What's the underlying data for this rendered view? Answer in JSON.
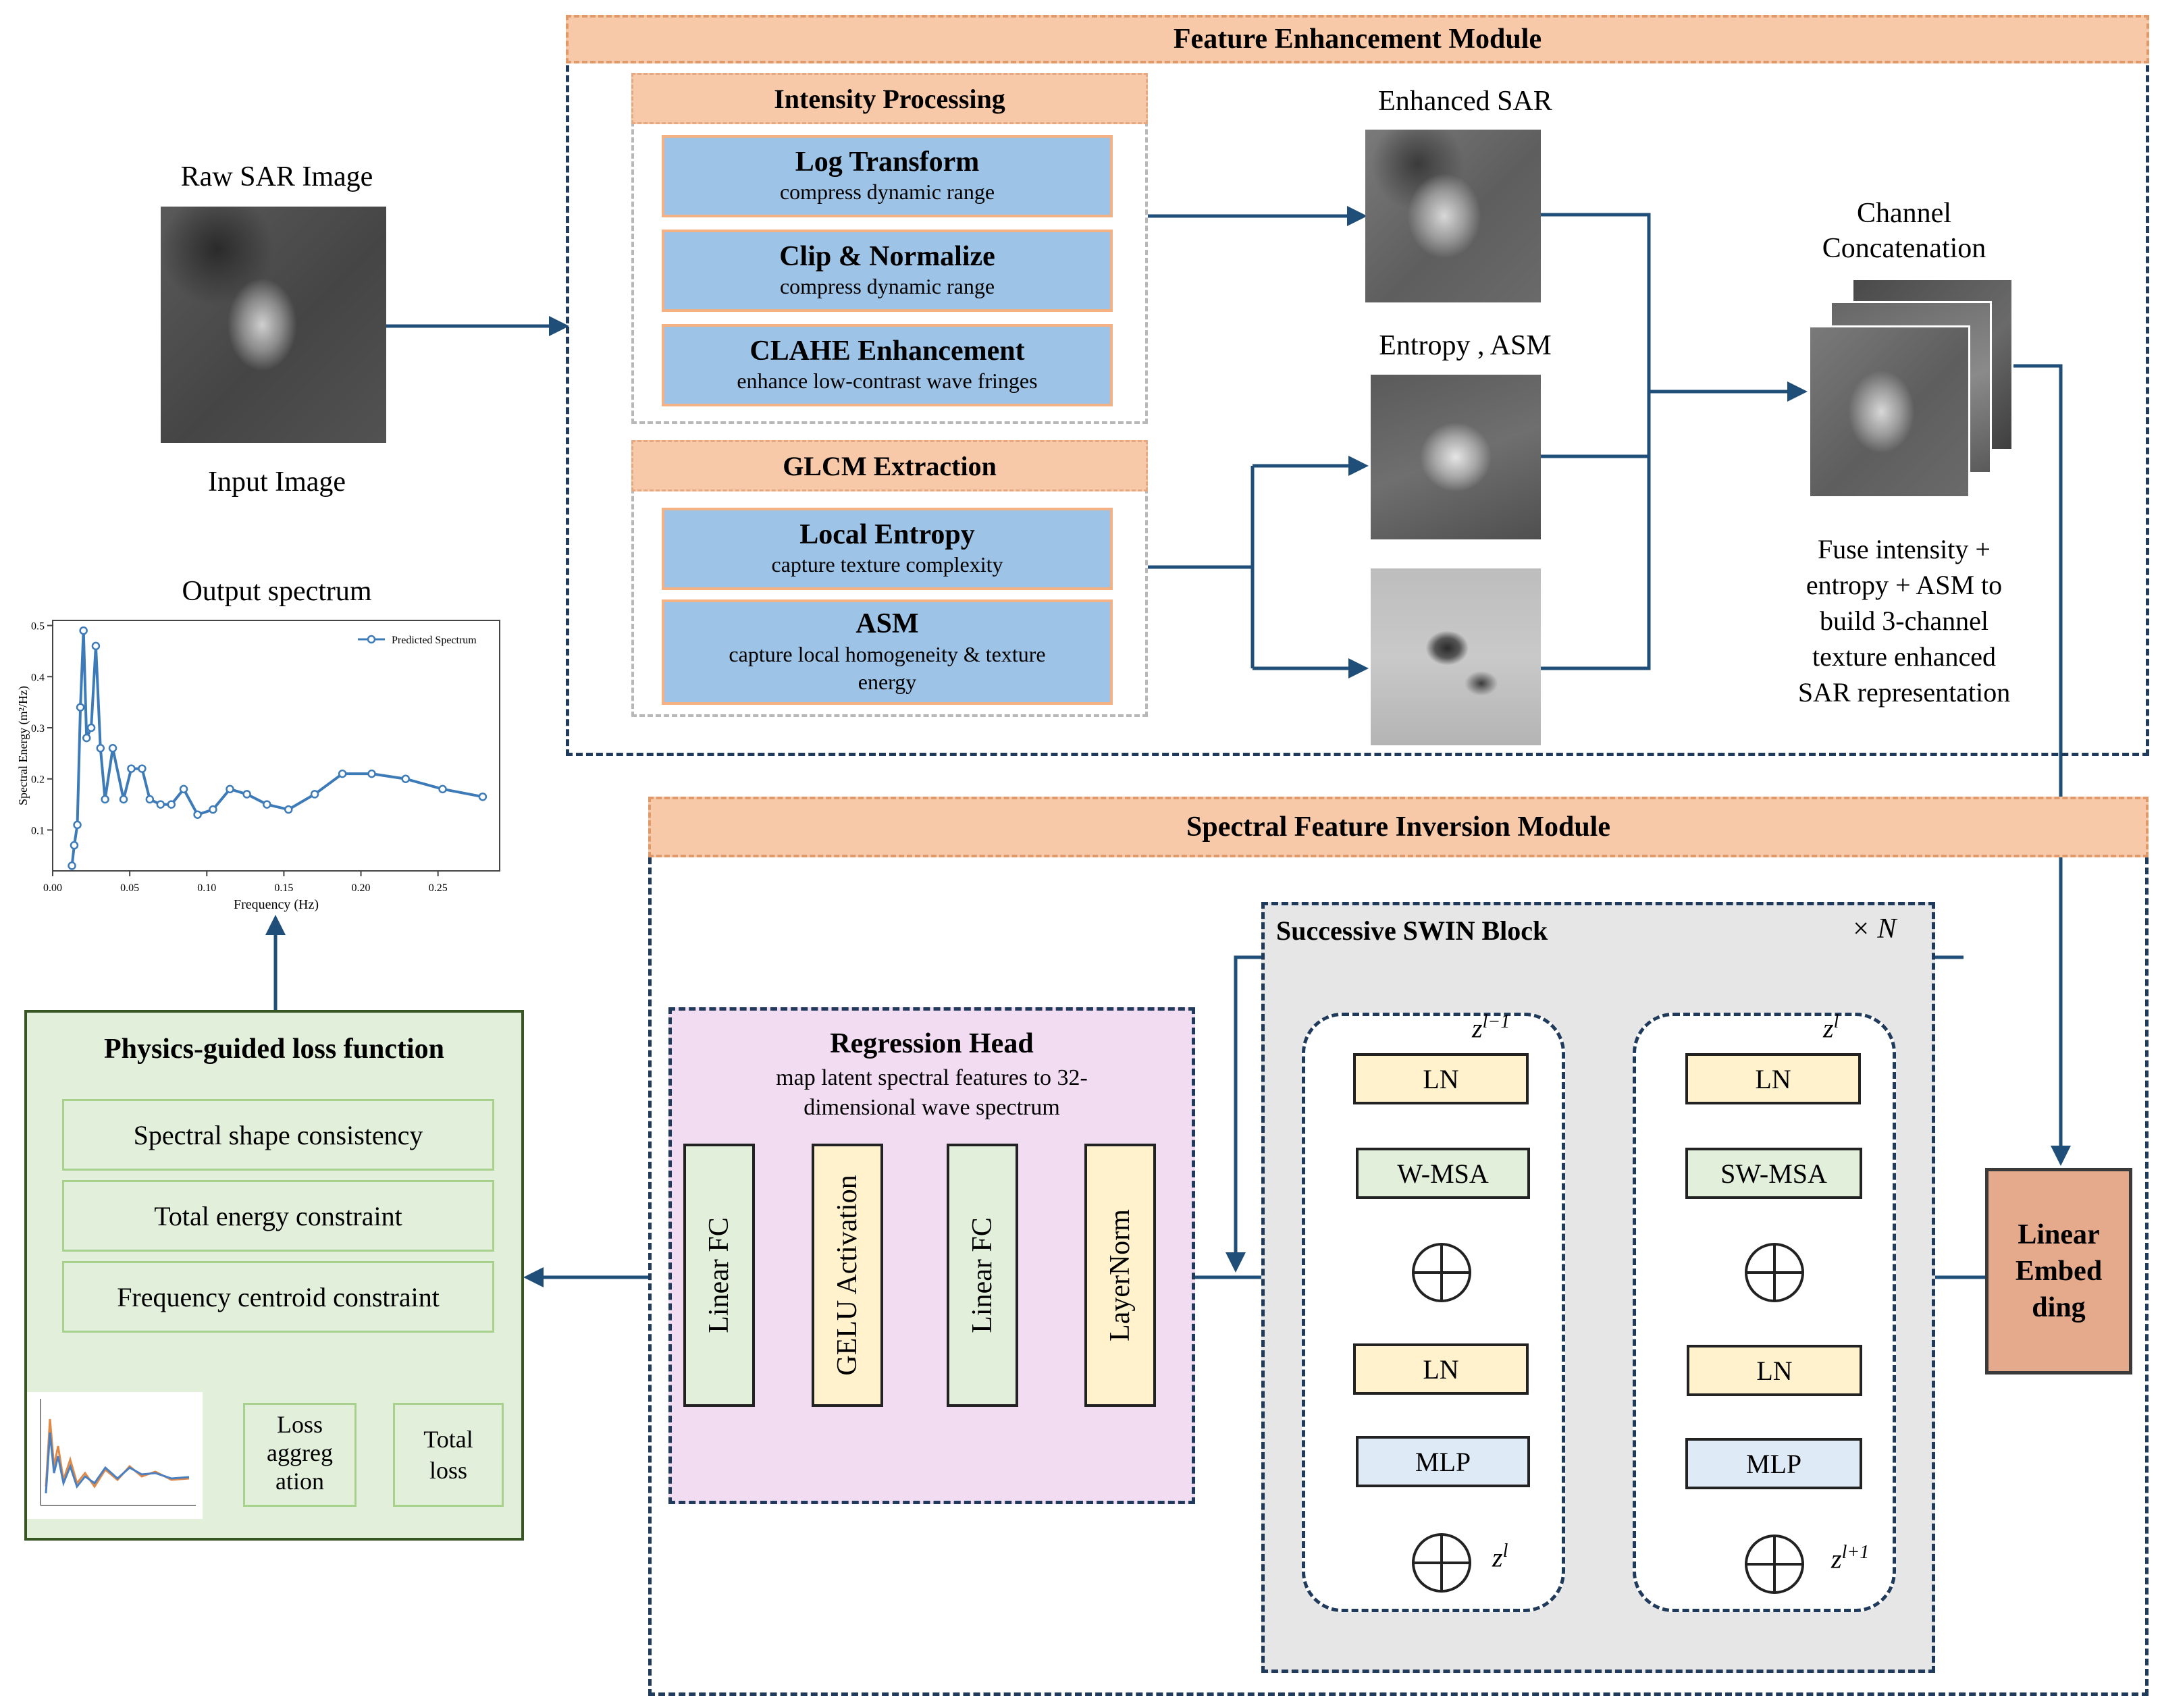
{
  "feature_module": {
    "title": "Feature Enhancement Module",
    "intensity": {
      "title": "Intensity Processing",
      "steps": [
        {
          "name": "Log Transform",
          "desc": "compress dynamic range"
        },
        {
          "name": "Clip & Normalize",
          "desc": "compress dynamic range"
        },
        {
          "name": "CLAHE Enhancement",
          "desc": "enhance low-contrast wave fringes"
        }
      ]
    },
    "glcm": {
      "title": "GLCM Extraction",
      "steps": [
        {
          "name": "Local Entropy",
          "desc": "capture texture complexity"
        },
        {
          "name": "ASM",
          "desc_line1": "capture local homogeneity & texture",
          "desc_line2": "energy"
        }
      ]
    },
    "enhanced_label": "Enhanced SAR",
    "entropy_label": "Entropy , ASM",
    "concat_label_line1": "Channel",
    "concat_label_line2": "Concatenation",
    "fuse_lines": [
      "Fuse intensity +",
      "entropy + ASM to",
      "build 3-channel",
      "texture enhanced",
      "SAR representation"
    ]
  },
  "raw": {
    "title": "Raw SAR Image",
    "caption": "Input Image"
  },
  "output": {
    "title": "Output spectrum"
  },
  "chart_data": {
    "type": "line",
    "title": "",
    "xlabel": "Frequency (Hz)",
    "ylabel": "Spectral Energy (m²/Hz)",
    "xlim": [
      0.0,
      0.29
    ],
    "ylim": [
      0.02,
      0.51
    ],
    "xticks": [
      "0.00",
      "0.05",
      "0.10",
      "0.15",
      "0.20",
      "0.25"
    ],
    "yticks": [
      "0.1",
      "0.2",
      "0.3",
      "0.4",
      "0.5"
    ],
    "legend": "top-right",
    "series": [
      {
        "name": "Predicted Spectrum",
        "color": "#3d7ab8",
        "x": [
          0.0125,
          0.014,
          0.016,
          0.018,
          0.02,
          0.022,
          0.025,
          0.028,
          0.031,
          0.034,
          0.039,
          0.046,
          0.051,
          0.058,
          0.063,
          0.07,
          0.077,
          0.085,
          0.094,
          0.104,
          0.115,
          0.126,
          0.139,
          0.153,
          0.17,
          0.188,
          0.207,
          0.229,
          0.253,
          0.279
        ],
        "y": [
          0.03,
          0.07,
          0.11,
          0.34,
          0.49,
          0.28,
          0.3,
          0.46,
          0.26,
          0.16,
          0.26,
          0.16,
          0.22,
          0.22,
          0.16,
          0.15,
          0.15,
          0.18,
          0.13,
          0.14,
          0.18,
          0.17,
          0.15,
          0.14,
          0.17,
          0.21,
          0.21,
          0.2,
          0.18,
          0.165
        ]
      }
    ]
  },
  "loss": {
    "title": "Physics-guided loss function",
    "items": [
      "Spectral shape consistency",
      "Total energy constraint",
      "Frequency centroid constraint"
    ],
    "agg_lines": [
      "Loss",
      "aggreg",
      "ation"
    ],
    "total_lines": [
      "Total",
      "loss"
    ]
  },
  "inversion": {
    "title": "Spectral Feature Inversion Module",
    "swin_title": "Successive SWIN Block",
    "times_n": "× N",
    "block1": {
      "in": "z",
      "in_sup": "l−1",
      "ln1": "LN",
      "attn": "W-MSA",
      "ln2": "LN",
      "mlp": "MLP",
      "out": "z",
      "out_sup": "l"
    },
    "block2": {
      "in": "z",
      "in_sup": "l",
      "ln1": "LN",
      "attn": "SW-MSA",
      "ln2": "LN",
      "mlp": "MLP",
      "out": "z",
      "out_sup": "l+1"
    },
    "embed_lines": [
      "Linear",
      "Embed",
      "ding"
    ],
    "head": {
      "title": "Regression Head",
      "desc_line1": "map latent spectral features to 32-",
      "desc_line2": "dimensional wave spectrum",
      "layers": [
        "Linear FC",
        "GELU Activation",
        "Linear FC",
        "LayerNorm"
      ]
    }
  },
  "colors": {
    "arrow": "#1f4e79",
    "banner": "#f7c9a8",
    "blue_box": "#9dc3e6",
    "loss_panel": "#e2efda",
    "regression_panel": "#f2dcf2",
    "swin_panel": "#e6e6e6",
    "embed": "#e5a98c"
  }
}
